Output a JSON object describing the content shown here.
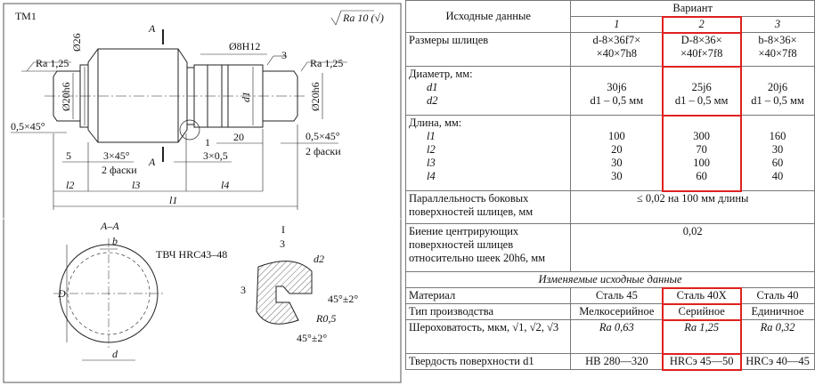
{
  "drawing": {
    "title": "ТМ1",
    "roughness_general": "Ra 10 (√)",
    "section_mark": "A",
    "dia26": "Ø26",
    "dia_hole": "Ø8H12",
    "rough3": "3",
    "ra_left": "Ra 1,25",
    "ra_right": "Ra 1,25",
    "dia20_left": "Ø20h6",
    "dia20_right": "Ø20h6",
    "d1": "d1",
    "chamfer_left": "0,5×45°",
    "chamfer_right": "0,5×45°",
    "two_chamfers": "2 фаски",
    "detail_ref": "1",
    "len20": "20",
    "len5": "5",
    "chamfer3": "3×45°",
    "groove": "3×0,5",
    "l1": "l1",
    "l2": "l2",
    "l3": "l3",
    "l4": "l4",
    "section_title": "A–A",
    "b": "b",
    "hardening": "ТВЧ HRC43–48",
    "D": "D",
    "d": "d",
    "detail_title": "I",
    "det3a": "3",
    "det3b": "3",
    "d2": "d2",
    "angle1": "45°±2°",
    "angle2": "45°±2°",
    "radius": "R0,5"
  },
  "table": {
    "header_label": "Исходные данные",
    "variant_label": "Вариант",
    "variants": [
      "1",
      "2",
      "3"
    ],
    "splines": {
      "label": "Размеры шлицев",
      "values": [
        "d-8×36f7×\n×40×7h8",
        "D-8×36×\n×40f×7f8",
        "b-8×36×\n×40×7f8"
      ]
    },
    "diameter": {
      "label": "Диаметр, мм:",
      "d1": "d1",
      "d2": "d2",
      "d1_values": [
        "30j6",
        "25j6",
        "20j6"
      ],
      "d2_values": [
        "d1 – 0,5 мм",
        "d1 – 0,5 мм",
        "d1 – 0,5 мм"
      ]
    },
    "length": {
      "label": "Длина, мм:",
      "names": [
        "l1",
        "l2",
        "l3",
        "l4"
      ],
      "values": [
        [
          "100",
          "300",
          "160"
        ],
        [
          "20",
          "70",
          "30"
        ],
        [
          "30",
          "100",
          "60"
        ],
        [
          "30",
          "60",
          "40"
        ]
      ]
    },
    "parallel": {
      "label": "Параллельность боковых поверхностей шлицев, мм",
      "value": "≤ 0,02 на 100 мм длины"
    },
    "runout": {
      "label": "Биение центрирующих поверхностей шлицев относительно шеек 20h6, мм",
      "value": "0,02"
    },
    "changeable_title": "Изменяемые исходные данные",
    "material": {
      "label": "Материал",
      "values": [
        "Сталь 45",
        "Сталь 40Х",
        "Сталь 40"
      ]
    },
    "production": {
      "label": "Тип производства",
      "values": [
        "Мелкосерийное",
        "Серийное",
        "Единичное"
      ]
    },
    "roughness": {
      "label": "Шероховатость, мкм, √1, √2, √3",
      "values": [
        "Ra 0,63",
        "Ra 1,25",
        "Ra 0,32"
      ]
    },
    "hardness": {
      "label": "Твердость поверхности d1",
      "values": [
        "HB 280—320",
        "HRCэ 45—50",
        "HRCэ 40—45"
      ]
    },
    "highlight_color": "#e02020"
  }
}
